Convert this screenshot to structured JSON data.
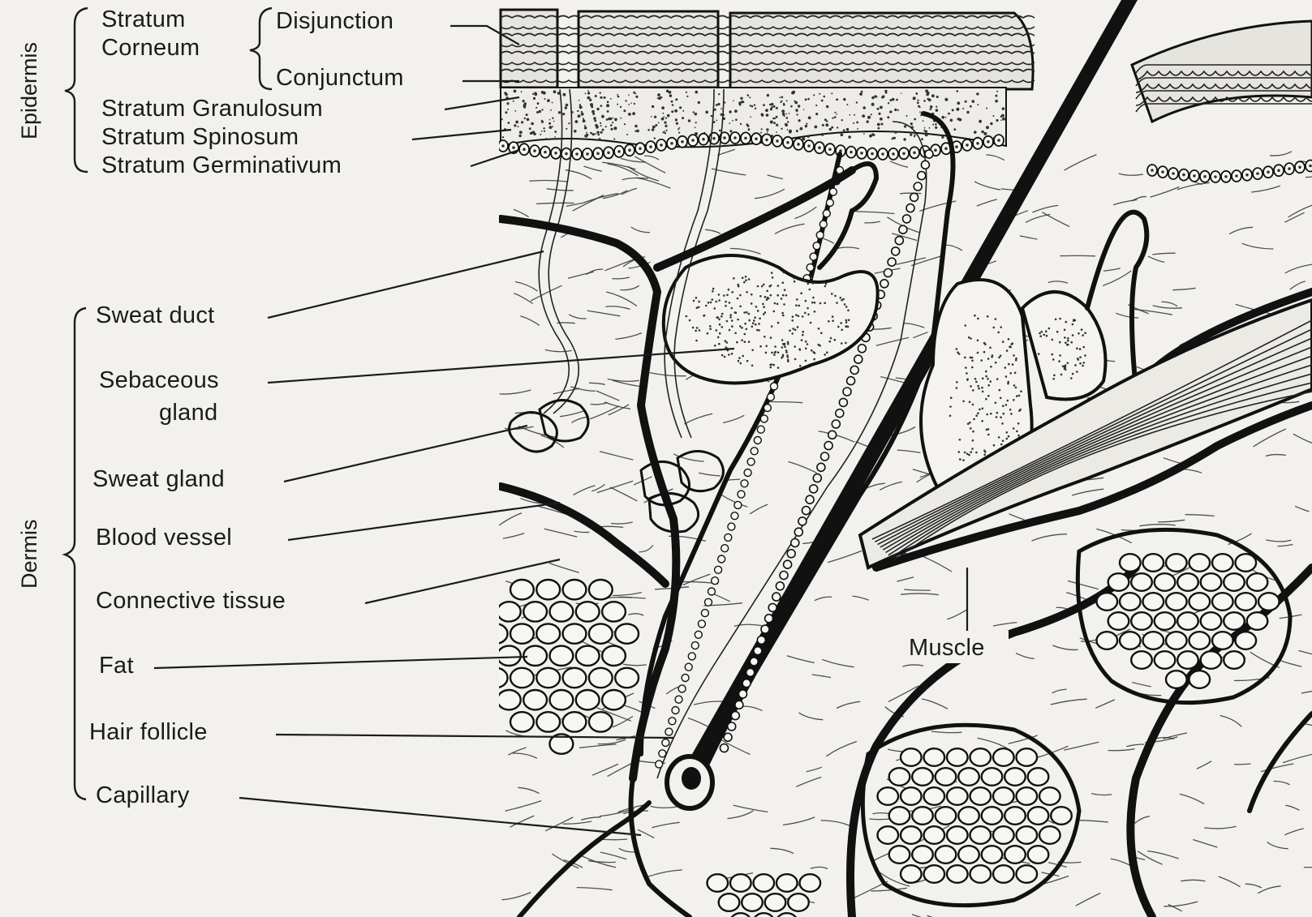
{
  "layers": {
    "epidermis": "Epidermis",
    "dermis": "Dermis"
  },
  "labels": {
    "stratum": "Stratum",
    "corneum": "Corneum",
    "disjunction": "Disjunction",
    "conjunctum": "Conjunctum",
    "granulosum": "Stratum Granulosum",
    "spinosum": "Stratum Spinosum",
    "germinativum": "Stratum Germinativum",
    "sweat_duct": "Sweat duct",
    "sebaceous_1": "Sebaceous",
    "sebaceous_2": "gland",
    "sweat_gland": "Sweat gland",
    "blood_vessel": "Blood vessel",
    "connective_tissue": "Connective tissue",
    "fat": "Fat",
    "hair_follicle": "Hair follicle",
    "capillary": "Capillary",
    "muscle": "Muscle"
  },
  "colors": {
    "paper": "#f2f1ee",
    "ink": "#111111"
  }
}
